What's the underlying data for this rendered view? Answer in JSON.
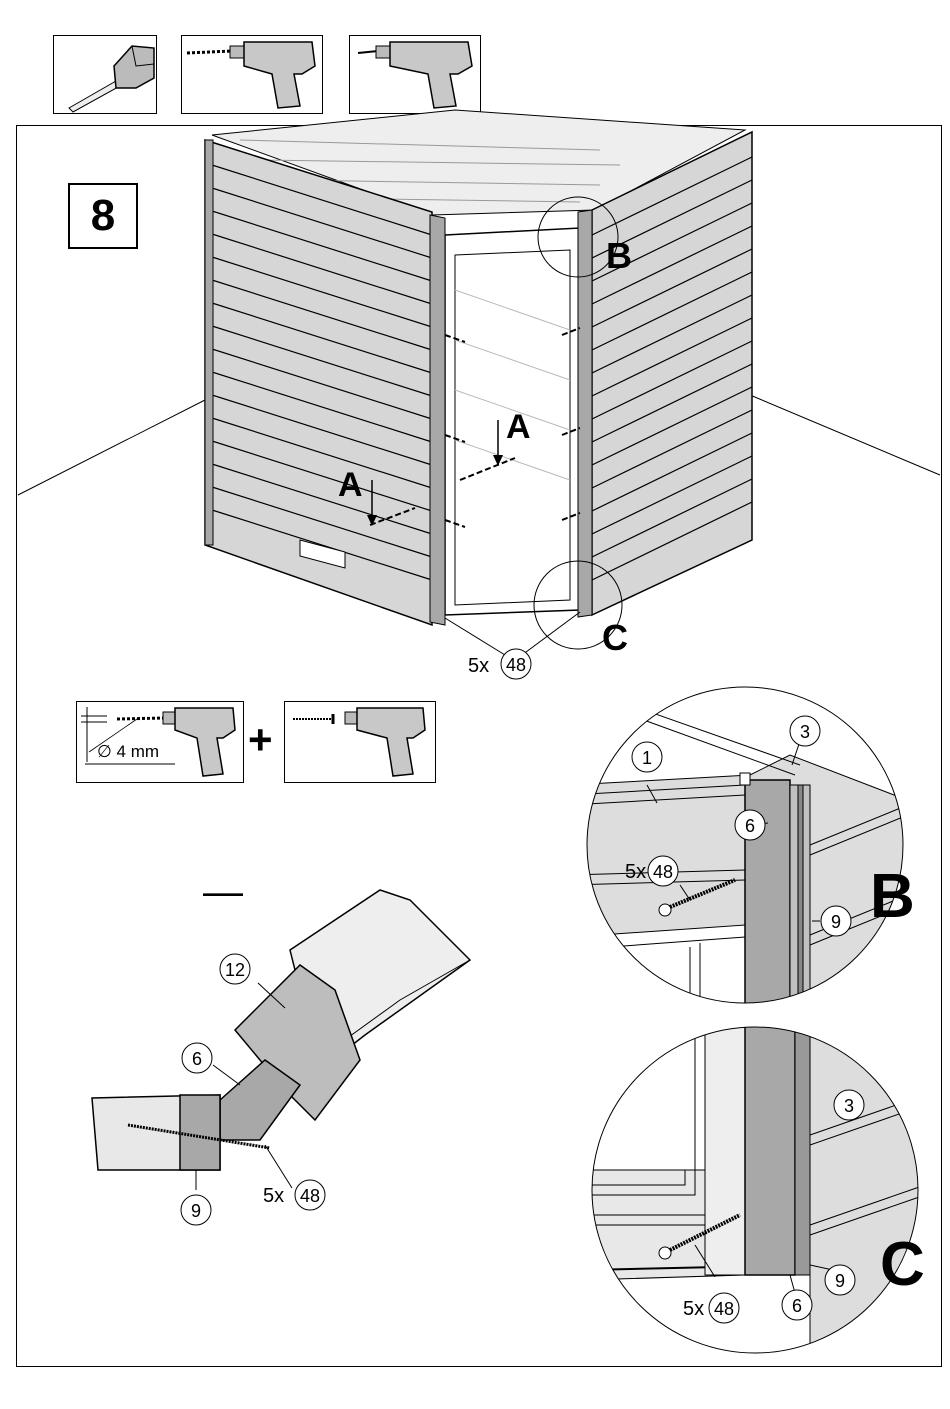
{
  "step_number": "8",
  "tools": [
    "tape-measure-icon",
    "drill-with-bit-icon",
    "screwdriver-drill-icon"
  ],
  "main_view": {
    "detail_labels": [
      "A",
      "A",
      "B",
      "C"
    ],
    "screw_count": "5x",
    "screw_part": "48"
  },
  "drill_instruction": {
    "diameter": "4 mm",
    "plus": "+"
  },
  "section_dash": "—",
  "section_view": {
    "parts": [
      "12",
      "6",
      "9"
    ],
    "screw_count": "5x",
    "screw_part": "48"
  },
  "detail_b": {
    "label": "B",
    "parts": [
      "1",
      "3",
      "6",
      "9"
    ],
    "screw_count": "5x",
    "screw_part": "48"
  },
  "detail_c": {
    "label": "C",
    "parts": [
      "3",
      "6",
      "9"
    ],
    "screw_count": "5x",
    "screw_part": "48"
  },
  "colors": {
    "panel": "#d6d6d6",
    "post": "#a8a8a8",
    "line": "#000000"
  }
}
